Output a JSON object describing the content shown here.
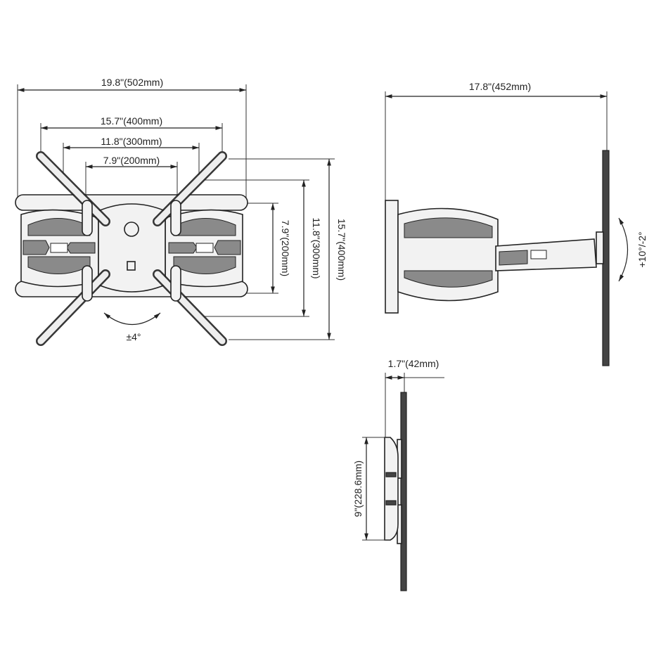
{
  "front_view": {
    "overall_width": "19.8\"(502mm)",
    "vesa_width_400": "15.7\"(400mm)",
    "vesa_width_300": "11.8\"(300mm)",
    "vesa_width_200": "7.9\"(200mm)",
    "vesa_height_200": "7.9\"(200mm)",
    "vesa_height_300": "11.8\"(300mm)",
    "vesa_height_400": "15.7\"(400mm)",
    "rotation": "±4°"
  },
  "side_view": {
    "extension": "17.8\"(452mm)",
    "tilt": "+10°/-2°"
  },
  "folded_view": {
    "depth": "1.7\"(42mm)",
    "plate_height": "9\"(228.6mm)"
  }
}
